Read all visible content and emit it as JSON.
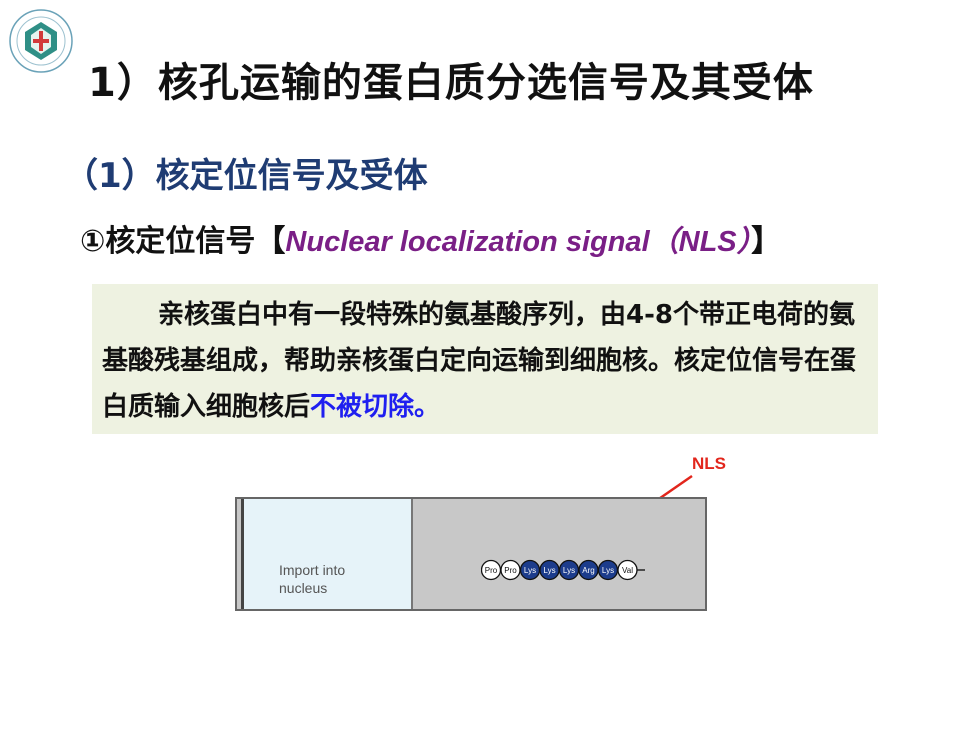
{
  "header": {
    "title": "1）核孔运输的蛋白质分选信号及其受体",
    "subtitle": "（1）核定位信号及受体"
  },
  "section": {
    "prefix": "①核定位信号【",
    "english": "Nuclear localization signal（NLS）",
    "suffix": "】"
  },
  "content_box": {
    "text": "亲核蛋白中有一段特殊的氨基酸序列，由4-8个带正电荷的氨基酸残基组成，帮助亲核蛋白定向运输到细胞核。核定位信号在蛋白质输入细胞核后",
    "highlight": "不被切除。"
  },
  "figure": {
    "label": "NLS",
    "caption_line1": "Import into",
    "caption_line2": "nucleus",
    "residues": [
      "Pro",
      "Pro",
      "Lys",
      "Lys",
      "Lys",
      "Arg",
      "Lys",
      "Val"
    ],
    "residue_types": [
      "neutral",
      "neutral",
      "positive",
      "positive",
      "positive",
      "positive",
      "positive",
      "neutral"
    ]
  },
  "colors": {
    "title": "#111111",
    "subtitle": "#1f3c73",
    "english": "#7a1f86",
    "highlight": "#1f1ff0",
    "nls": "#e2261c",
    "box_bg": "#eef2e1",
    "positive_residue": "#1c3c8c"
  },
  "logo": {
    "icon": "medical-university-seal-icon"
  }
}
